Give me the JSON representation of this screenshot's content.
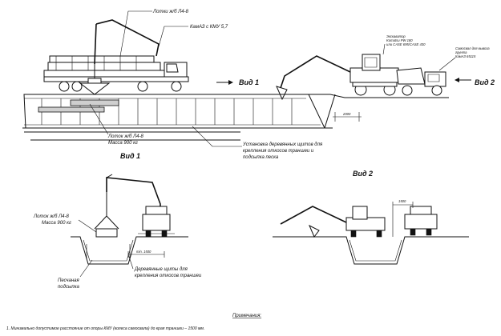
{
  "top_view": {
    "label_trays": "Лотки ж/б Л4-8",
    "label_kamaz_kmu": "КамАЗ с КМУ 5,7",
    "label_view1": "Вид 1",
    "label_view2": "Вид 2",
    "label_excavator": [
      "Экскаватор",
      "Komatsu PW 180",
      "или CASE 695/CASE 430"
    ],
    "label_dump_truck": [
      "Самосвал для вывоза",
      "грунта",
      "КамАЗ 65115"
    ],
    "dim_2000": "2000",
    "label_tray_mass": [
      "Лоток ж/б Л4-8",
      "Масса 900 кг"
    ],
    "label_shields": [
      "Установка деревянных щитов для",
      "крепления откосов траншеи и",
      "подсыпка песка"
    ]
  },
  "section_view1": {
    "title": "Вид 1",
    "label_tray_mass": [
      "Лоток ж/б Л4-8",
      "Масса 900 кг"
    ],
    "dim_min": "min. 1500",
    "label_shields": [
      "Деревянные щиты для",
      "крепления откосов траншеи"
    ],
    "label_sand": [
      "Песчаная",
      "подсыпка"
    ]
  },
  "section_view2": {
    "title": "Вид 2",
    "dim_1500": "1500"
  },
  "notes": {
    "title": "Примечания:",
    "items": [
      "1.  Минимально допустимое расстояние от опоры КМУ (колеса самосвала) до края траншеи – 1500 мм."
    ]
  }
}
